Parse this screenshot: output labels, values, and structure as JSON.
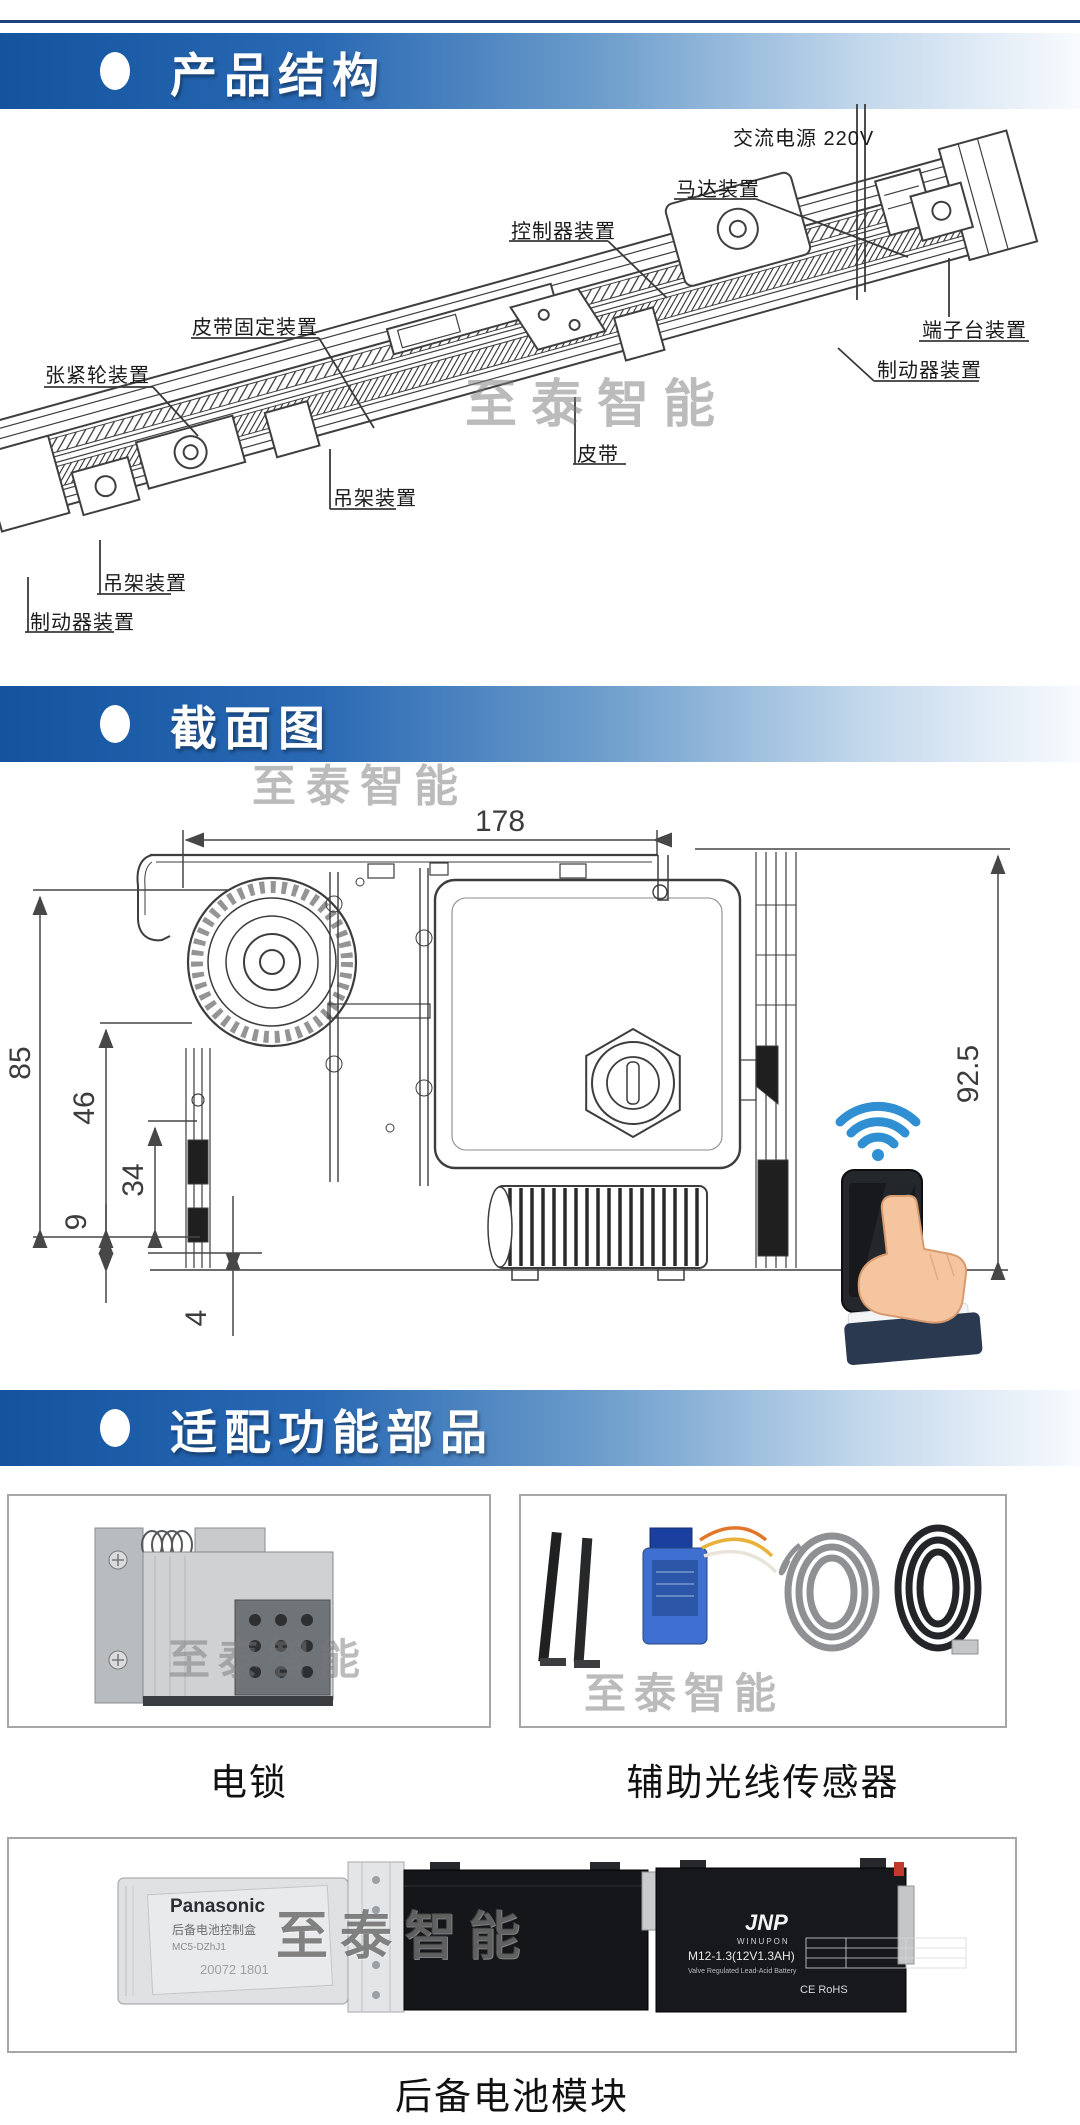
{
  "banners": [
    {
      "label": "产品结构"
    },
    {
      "label": "截面图"
    },
    {
      "label": "适配功能部品"
    }
  ],
  "banner_style": {
    "gradient_left": "#14549f",
    "gradient_right": "#f9fbfe",
    "text_color": "#ffffff"
  },
  "watermark": {
    "text": "至泰智能",
    "color": "#787878"
  },
  "structure_diagram": {
    "labels": [
      {
        "id": "ac-power",
        "text": "交流电源 220V"
      },
      {
        "id": "motor",
        "text": "马达装置"
      },
      {
        "id": "controller",
        "text": "控制器装置"
      },
      {
        "id": "belt-fixing",
        "text": "皮带固定装置"
      },
      {
        "id": "tensioner",
        "text": "张紧轮装置"
      },
      {
        "id": "terminal-block",
        "text": "端子台装置"
      },
      {
        "id": "brake-right",
        "text": "制动器装置"
      },
      {
        "id": "belt",
        "text": "皮带"
      },
      {
        "id": "hanger-mid",
        "text": "吊架装置"
      },
      {
        "id": "hanger-bottom",
        "text": "吊架装置"
      },
      {
        "id": "brake-left",
        "text": "制动器装置"
      }
    ]
  },
  "section_view": {
    "dimensions": {
      "width_top": "178",
      "height_outer": "85",
      "height_mid": "46",
      "height_inner": "34",
      "height_small": "9",
      "depth_small": "4",
      "height_right": "92.5"
    },
    "wifi_color": "#2f8fd2"
  },
  "parts": {
    "items": [
      {
        "caption": "电锁"
      },
      {
        "caption": "辅助光线传感器"
      },
      {
        "caption": "后备电池模块"
      }
    ],
    "battery": {
      "brand": "Panasonic",
      "box_line1": "后备电池控制盒",
      "box_line2": "MC5-DZhJ1",
      "stamp": "20072 1801",
      "logo": "JNP",
      "logo_sub": "WINUPON",
      "label_main": "M12-1.3(12V1.3AH)",
      "label_sub": "Valve Regulated Lead-Acid Battery",
      "cert": "CE  RoHS"
    }
  }
}
